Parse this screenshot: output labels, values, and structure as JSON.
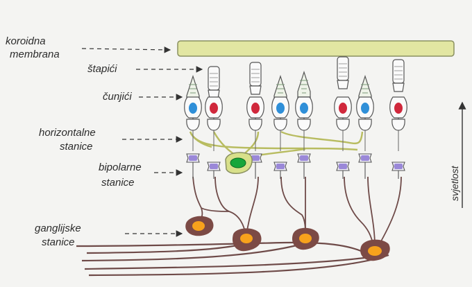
{
  "labels": {
    "choroid_line1": "koroidna",
    "choroid_line2": "membrana",
    "rods": "štapići",
    "cones": "čunjići",
    "horizontal_line1": "horizontalne",
    "horizontal_line2": "stanice",
    "bipolar_line1": "bipolarne",
    "bipolar_line2": "stanice",
    "ganglion_line1": "ganglijske",
    "ganglion_line2": "stanice",
    "light": "svjetlost"
  },
  "photoreceptors": [
    {
      "kind": "cone",
      "nucleus": "blue"
    },
    {
      "kind": "rod",
      "nucleus": "red"
    },
    {
      "kind": "rod",
      "nucleus": "red"
    },
    {
      "kind": "cone",
      "nucleus": "blue"
    },
    {
      "kind": "cone",
      "nucleus": "blue"
    },
    {
      "kind": "rod",
      "nucleus": "red"
    },
    {
      "kind": "cone",
      "nucleus": "blue"
    },
    {
      "kind": "rod",
      "nucleus": "red"
    }
  ],
  "colors": {
    "membrane": "#e2e6a2",
    "cone_nucleus": "#2f8fd8",
    "rod_nucleus": "#d0283c",
    "bipolar_nucleus": "#9a88d8",
    "horizontal_fill": "#d8e08a",
    "horizontal_nucleus": "#17a63a",
    "ganglion_body": "#7c4a45",
    "ganglion_nucleus": "#f7a21c",
    "axon": "#6e4a48"
  }
}
